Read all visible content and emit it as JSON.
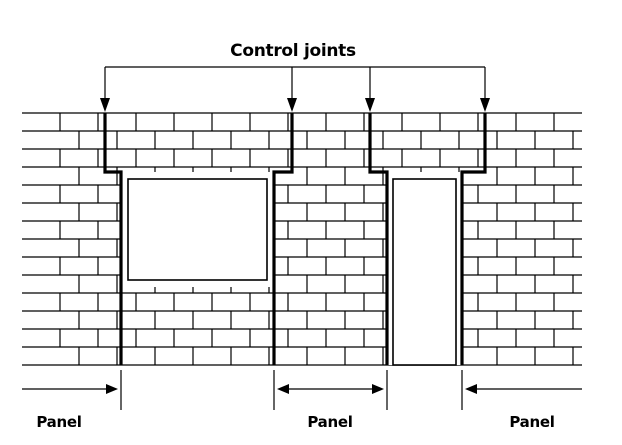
{
  "title": "Control joints",
  "panel_labels": [
    "Panel",
    "Panel",
    "Panel"
  ],
  "colors": {
    "ink": "#000000",
    "background": "#ffffff"
  }
}
